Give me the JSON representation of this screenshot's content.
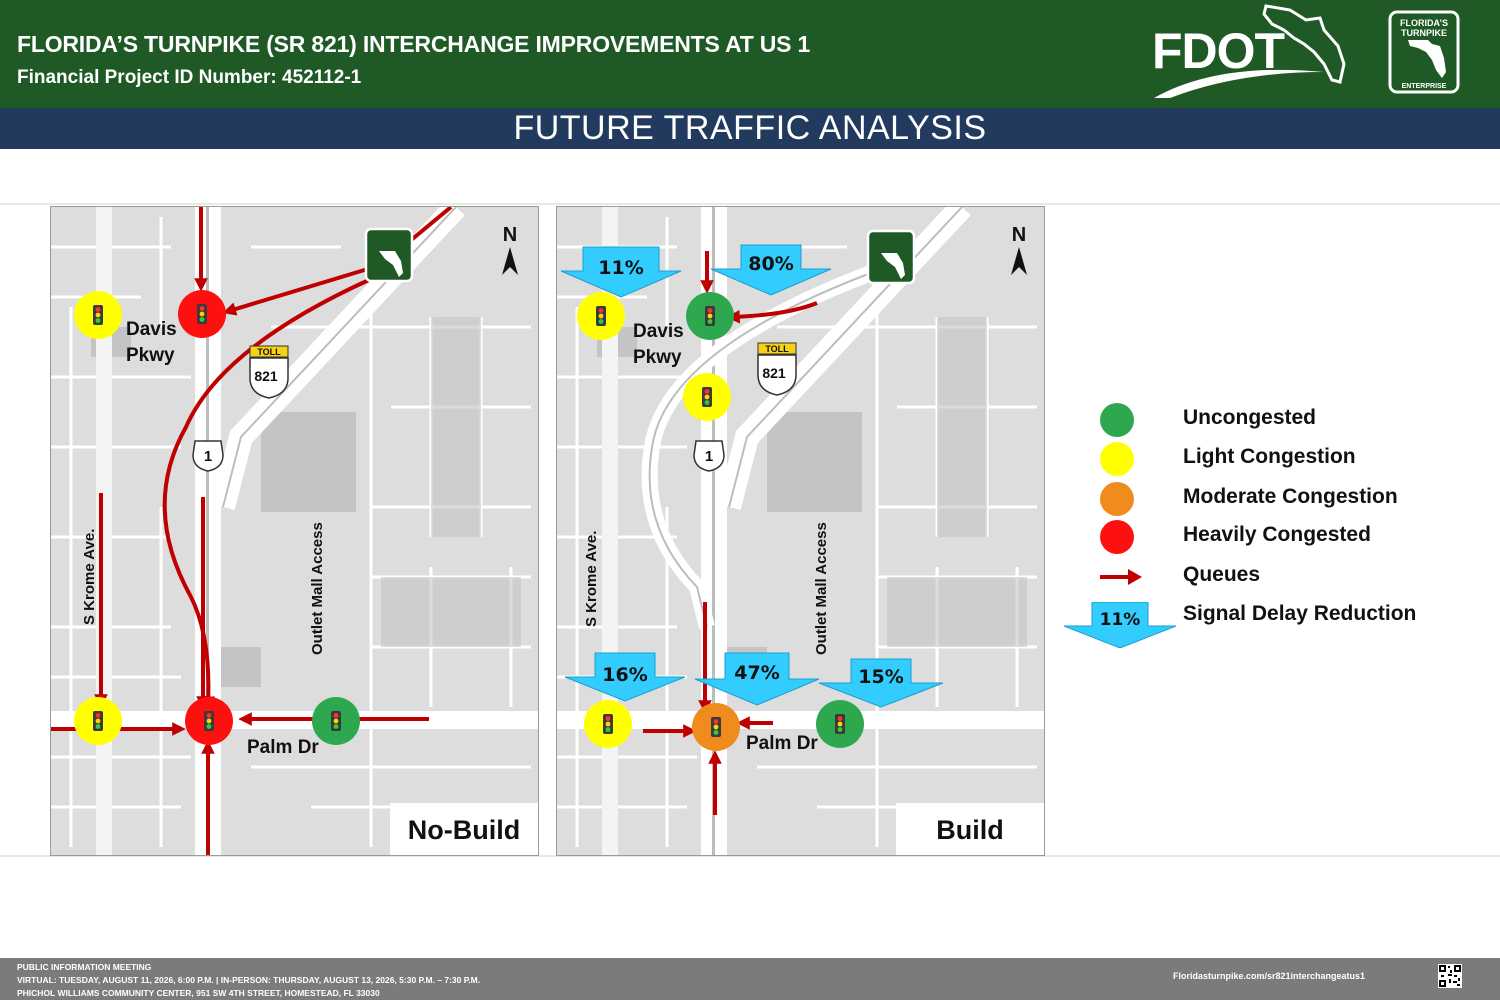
{
  "header": {
    "title": "FLORIDA’S TURNPIKE (SR 821) INTERCHANGE IMPROVEMENTS AT US 1",
    "subtitle": "Financial Project ID Number: 452112-1",
    "fdot_logo_text": "FDOT",
    "turnpike_logo": {
      "line1": "FLORIDA’S",
      "line2": "TURNPIKE",
      "line3": "ENTERPRISE"
    }
  },
  "banner": {
    "text": "FUTURE TRAFFIC ANALYSIS"
  },
  "colors": {
    "header_green": "#1f5a26",
    "banner_navy": "#223a5e",
    "uncongested": "#2ea84f",
    "light_congestion": "#ffff00",
    "moderate_congestion": "#f08c1e",
    "heavily_congested": "#ff1010",
    "queue_arrow": "#c00000",
    "delay_arrow": "#33ccff"
  },
  "maps": {
    "north_label": "N",
    "toll_label": "TOLL",
    "route_821": "821",
    "route_us1": "1",
    "street_davis": "Davis\nPkwy",
    "street_palm": "Palm Dr",
    "street_krome": "S Krome Ave.",
    "street_outlet": "Outlet Mall Access",
    "no_build": {
      "label": "No-Build"
    },
    "build": {
      "label": "Build",
      "delay_reductions": [
        "11%",
        "80%",
        "16%",
        "47%",
        "15%"
      ]
    }
  },
  "legend": {
    "items": [
      {
        "label": "Uncongested",
        "color": "#2ea84f"
      },
      {
        "label": "Light Congestion",
        "color": "#ffff00"
      },
      {
        "label": "Moderate Congestion",
        "color": "#f08c1e"
      },
      {
        "label": "Heavily Congested",
        "color": "#ff1010"
      }
    ],
    "queues_label": "Queues",
    "signal_delay_label": "Signal Delay Reduction",
    "signal_delay_sample": "11%"
  },
  "footer": {
    "line1": "PUBLIC INFORMATION MEETING",
    "line2": "VIRTUAL: TUESDAY, AUGUST 11, 2026, 6:00 P.M. | IN-PERSON: THURSDAY, AUGUST 13, 2026, 5:30 P.M. – 7:30 P.M.",
    "line3": "PHICHOL WILLIAMS COMMUNITY CENTER, 951 SW 4TH STREET, HOMESTEAD, FL 33030",
    "url": "Floridasturnpike.com/sr821interchangeatus1"
  }
}
